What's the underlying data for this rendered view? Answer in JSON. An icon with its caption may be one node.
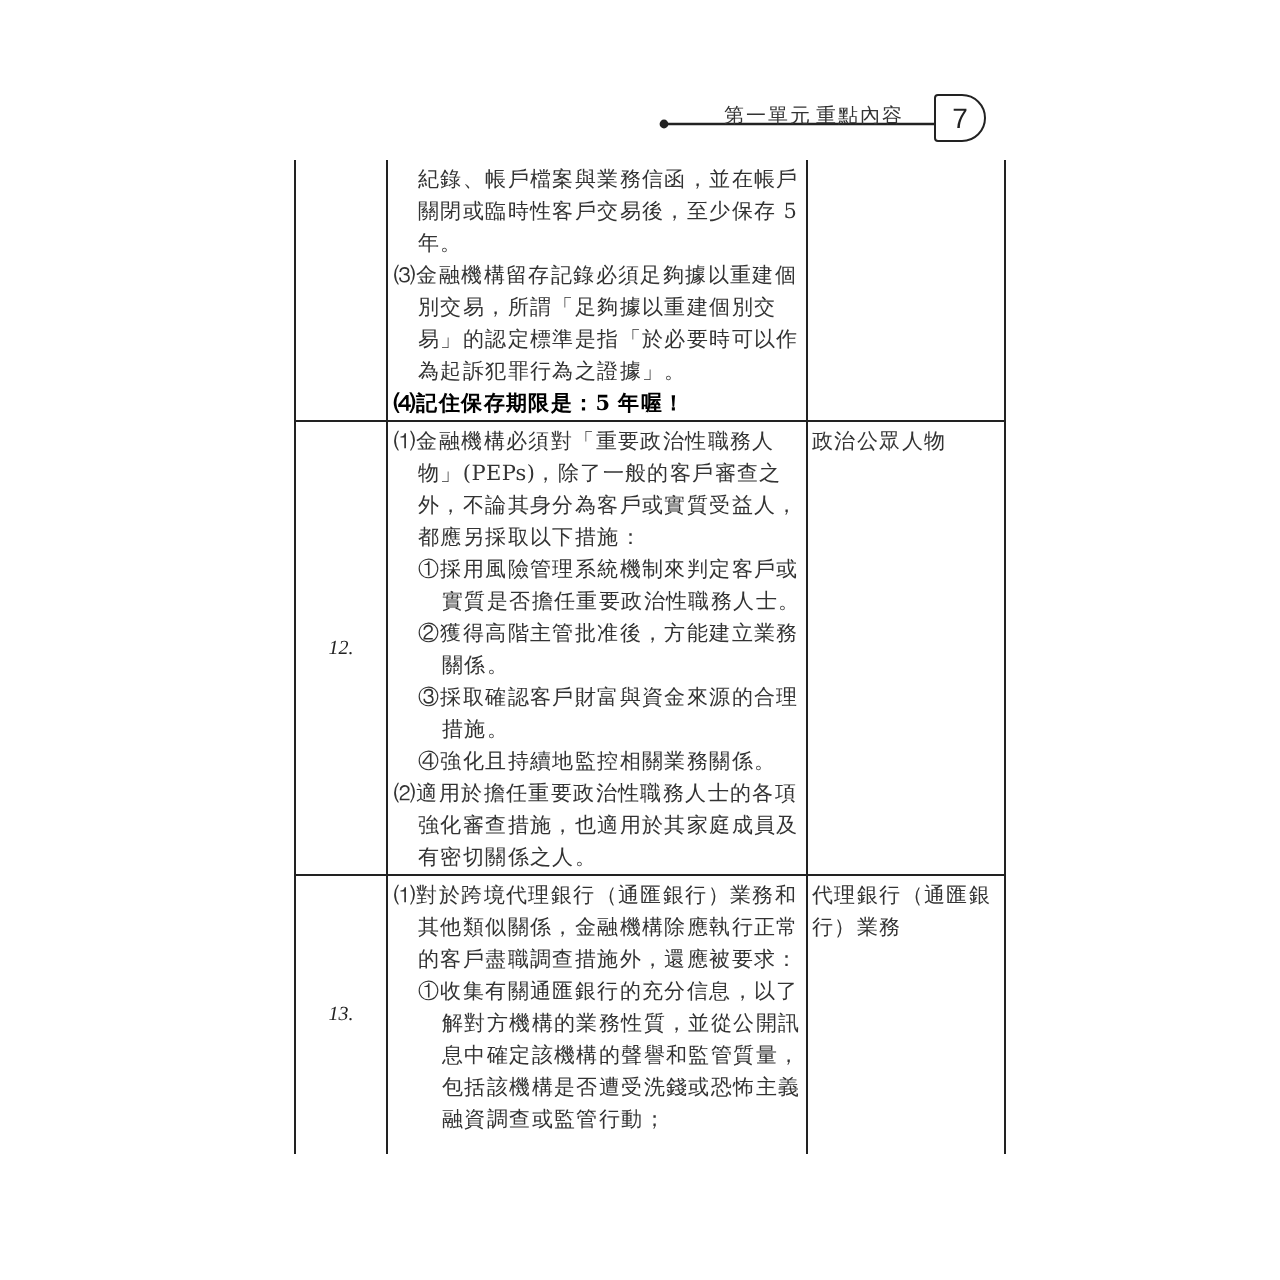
{
  "diagram": {
    "nodes": [
      {
        "text": [
          "7"
        ]
      }
    ],
    "labels": [
      "第一單元",
      "重點內容",
      "紀錄、帳戶檔案與業務信函，並在帳戶關閉或臨時性客戶交易後，至少保存 5 年。",
      "⑶金融機構留存記錄必須足夠據以重建個別交易，所謂「足夠據以重建個別交易」的認定標準是指「於必要時可以作為起訴犯罪行為之證據」。",
      "⑷記住保存期限是：5 年喔！",
      "12.",
      "⑴金融機構必須對「重要政治性職務人物」(PEPs)，除了一般的客戶審查之外，不論其身分為客戶或實質受益人，都應另採取以下措施：",
      "①採用風險管理系統機制來判定客戶或實質是否擔任重要政治性職務人士。",
      "②獲得高階主管批准後，方能建立業務關係。",
      "③採取確認客戶財富與資金來源的合理措施。",
      "④強化且持續地監控相關業務關係。",
      "⑵適用於擔任重要政治性職務人士的各項強化審查措施，也適用於其家庭成員及有密切關係之人。",
      "政治公眾人物",
      "13.",
      "⑴對於跨境代理銀行（通匯銀行）業務和其他類似關係，金融機構除應執行正常的客戶盡職調查措施外，還應被要求：",
      "①收集有關通匯銀行的充分信息，以了解對方機構的業務性質，並從公開訊息中確定該機構的聲譽和監管質量，包括該機構是否遭受洗錢或恐怖主義融資調查或監管行動；",
      "代理銀行（通匯銀行）業務"
    ]
  }
}
